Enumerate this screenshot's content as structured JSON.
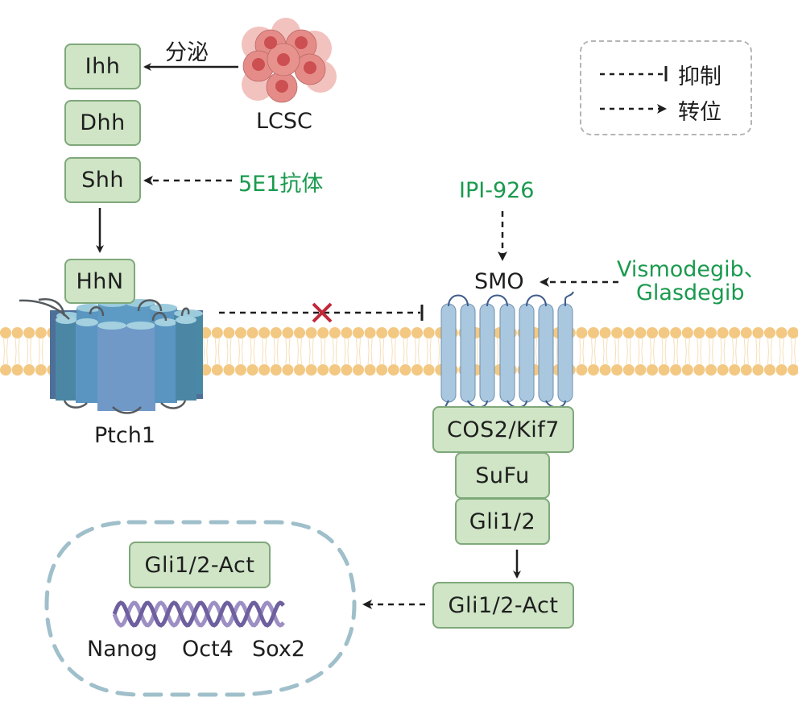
{
  "title": "Hedgehog signaling pathway in LCSC",
  "ligands": [
    "Ihh",
    "Dhh",
    "Shh"
  ],
  "secretion_label": "分泌",
  "source_cell": {
    "label": "LCSC",
    "icon": "cell-cluster-icon"
  },
  "antibody": "5E1抗体",
  "ligand_bound": "HhN",
  "receptor": "Ptch1",
  "smo": "SMO",
  "smo_inhibitor_top": "IPI-926",
  "smo_inhibitors_right": [
    "Vismodegib、",
    "Glasdegib"
  ],
  "cytoplasmic_complex": [
    "COS2/Kif7",
    "SuFu",
    "Gli1/2"
  ],
  "activated": "Gli1/2-Act",
  "nucleus": {
    "factor": "Gli1/2-Act",
    "target_genes": [
      "Nanog",
      "Oct4",
      "Sox2"
    ],
    "dna_icon": "dna-helix-icon"
  },
  "legend": {
    "items": [
      {
        "symbol": "inhibit",
        "label": "抑制"
      },
      {
        "symbol": "translocate",
        "label": "转位"
      }
    ]
  },
  "colors": {
    "box_fill": "#cfe5c6",
    "box_border": "#7fa87a",
    "drug_text": "#1a9a4e",
    "membrane": "#f2c883",
    "block_mark": "#c0283a",
    "nucleus_border": "#9fbfca",
    "dna": "#7b6aa8"
  }
}
